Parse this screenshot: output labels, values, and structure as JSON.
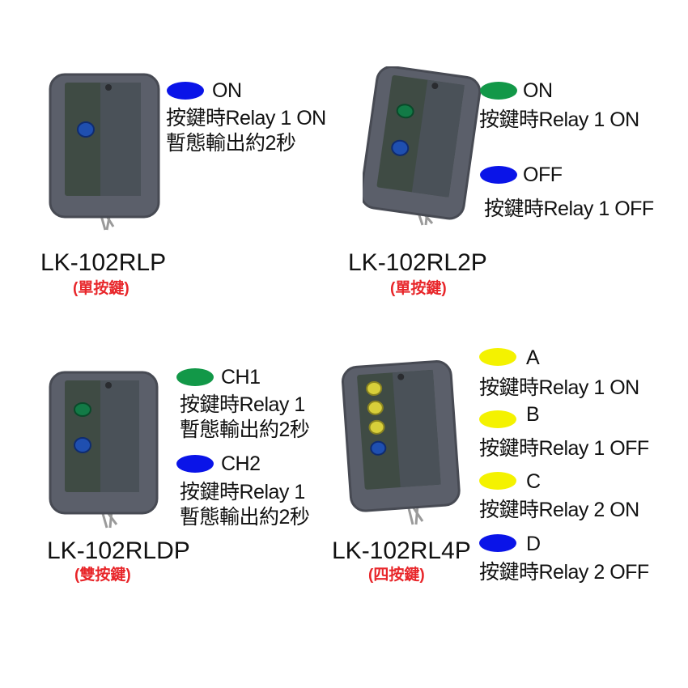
{
  "colors": {
    "blue": "#0a14e8",
    "green": "#129848",
    "yellow": "#f4f200",
    "red": "#e8262a"
  },
  "products": [
    {
      "model": "LK-102RLP",
      "type": "(單按鍵)",
      "buttons": [
        {
          "color_name": "blue",
          "label": "ON",
          "lines": [
            "按鍵時Relay 1 ON",
            "暫態輸出約2秒"
          ]
        }
      ]
    },
    {
      "model": "LK-102RL2P",
      "type": "(單按鍵)",
      "buttons": [
        {
          "color_name": "green",
          "label": "ON",
          "lines": [
            "按鍵時Relay 1 ON"
          ]
        },
        {
          "color_name": "blue",
          "label": "OFF",
          "lines": [
            "按鍵時Relay 1 OFF"
          ]
        }
      ]
    },
    {
      "model": "LK-102RLDP",
      "type": "(雙按鍵)",
      "buttons": [
        {
          "color_name": "green",
          "label": "CH1",
          "lines": [
            "按鍵時Relay 1",
            "暫態輸出約2秒"
          ]
        },
        {
          "color_name": "blue",
          "label": "CH2",
          "lines": [
            "按鍵時Relay 1",
            "暫態輸出約2秒"
          ]
        }
      ]
    },
    {
      "model": "LK-102RL4P",
      "type": "(四按鍵)",
      "buttons": [
        {
          "color_name": "yellow",
          "label": "A",
          "lines": [
            "按鍵時Relay 1  ON"
          ]
        },
        {
          "color_name": "yellow",
          "label": "B",
          "lines": [
            "按鍵時Relay 1  OFF"
          ]
        },
        {
          "color_name": "yellow",
          "label": "C",
          "lines": [
            "按鍵時Relay 2  ON"
          ]
        },
        {
          "color_name": "blue",
          "label": "D",
          "lines": [
            "按鍵時Relay 2  OFF"
          ]
        }
      ]
    }
  ]
}
